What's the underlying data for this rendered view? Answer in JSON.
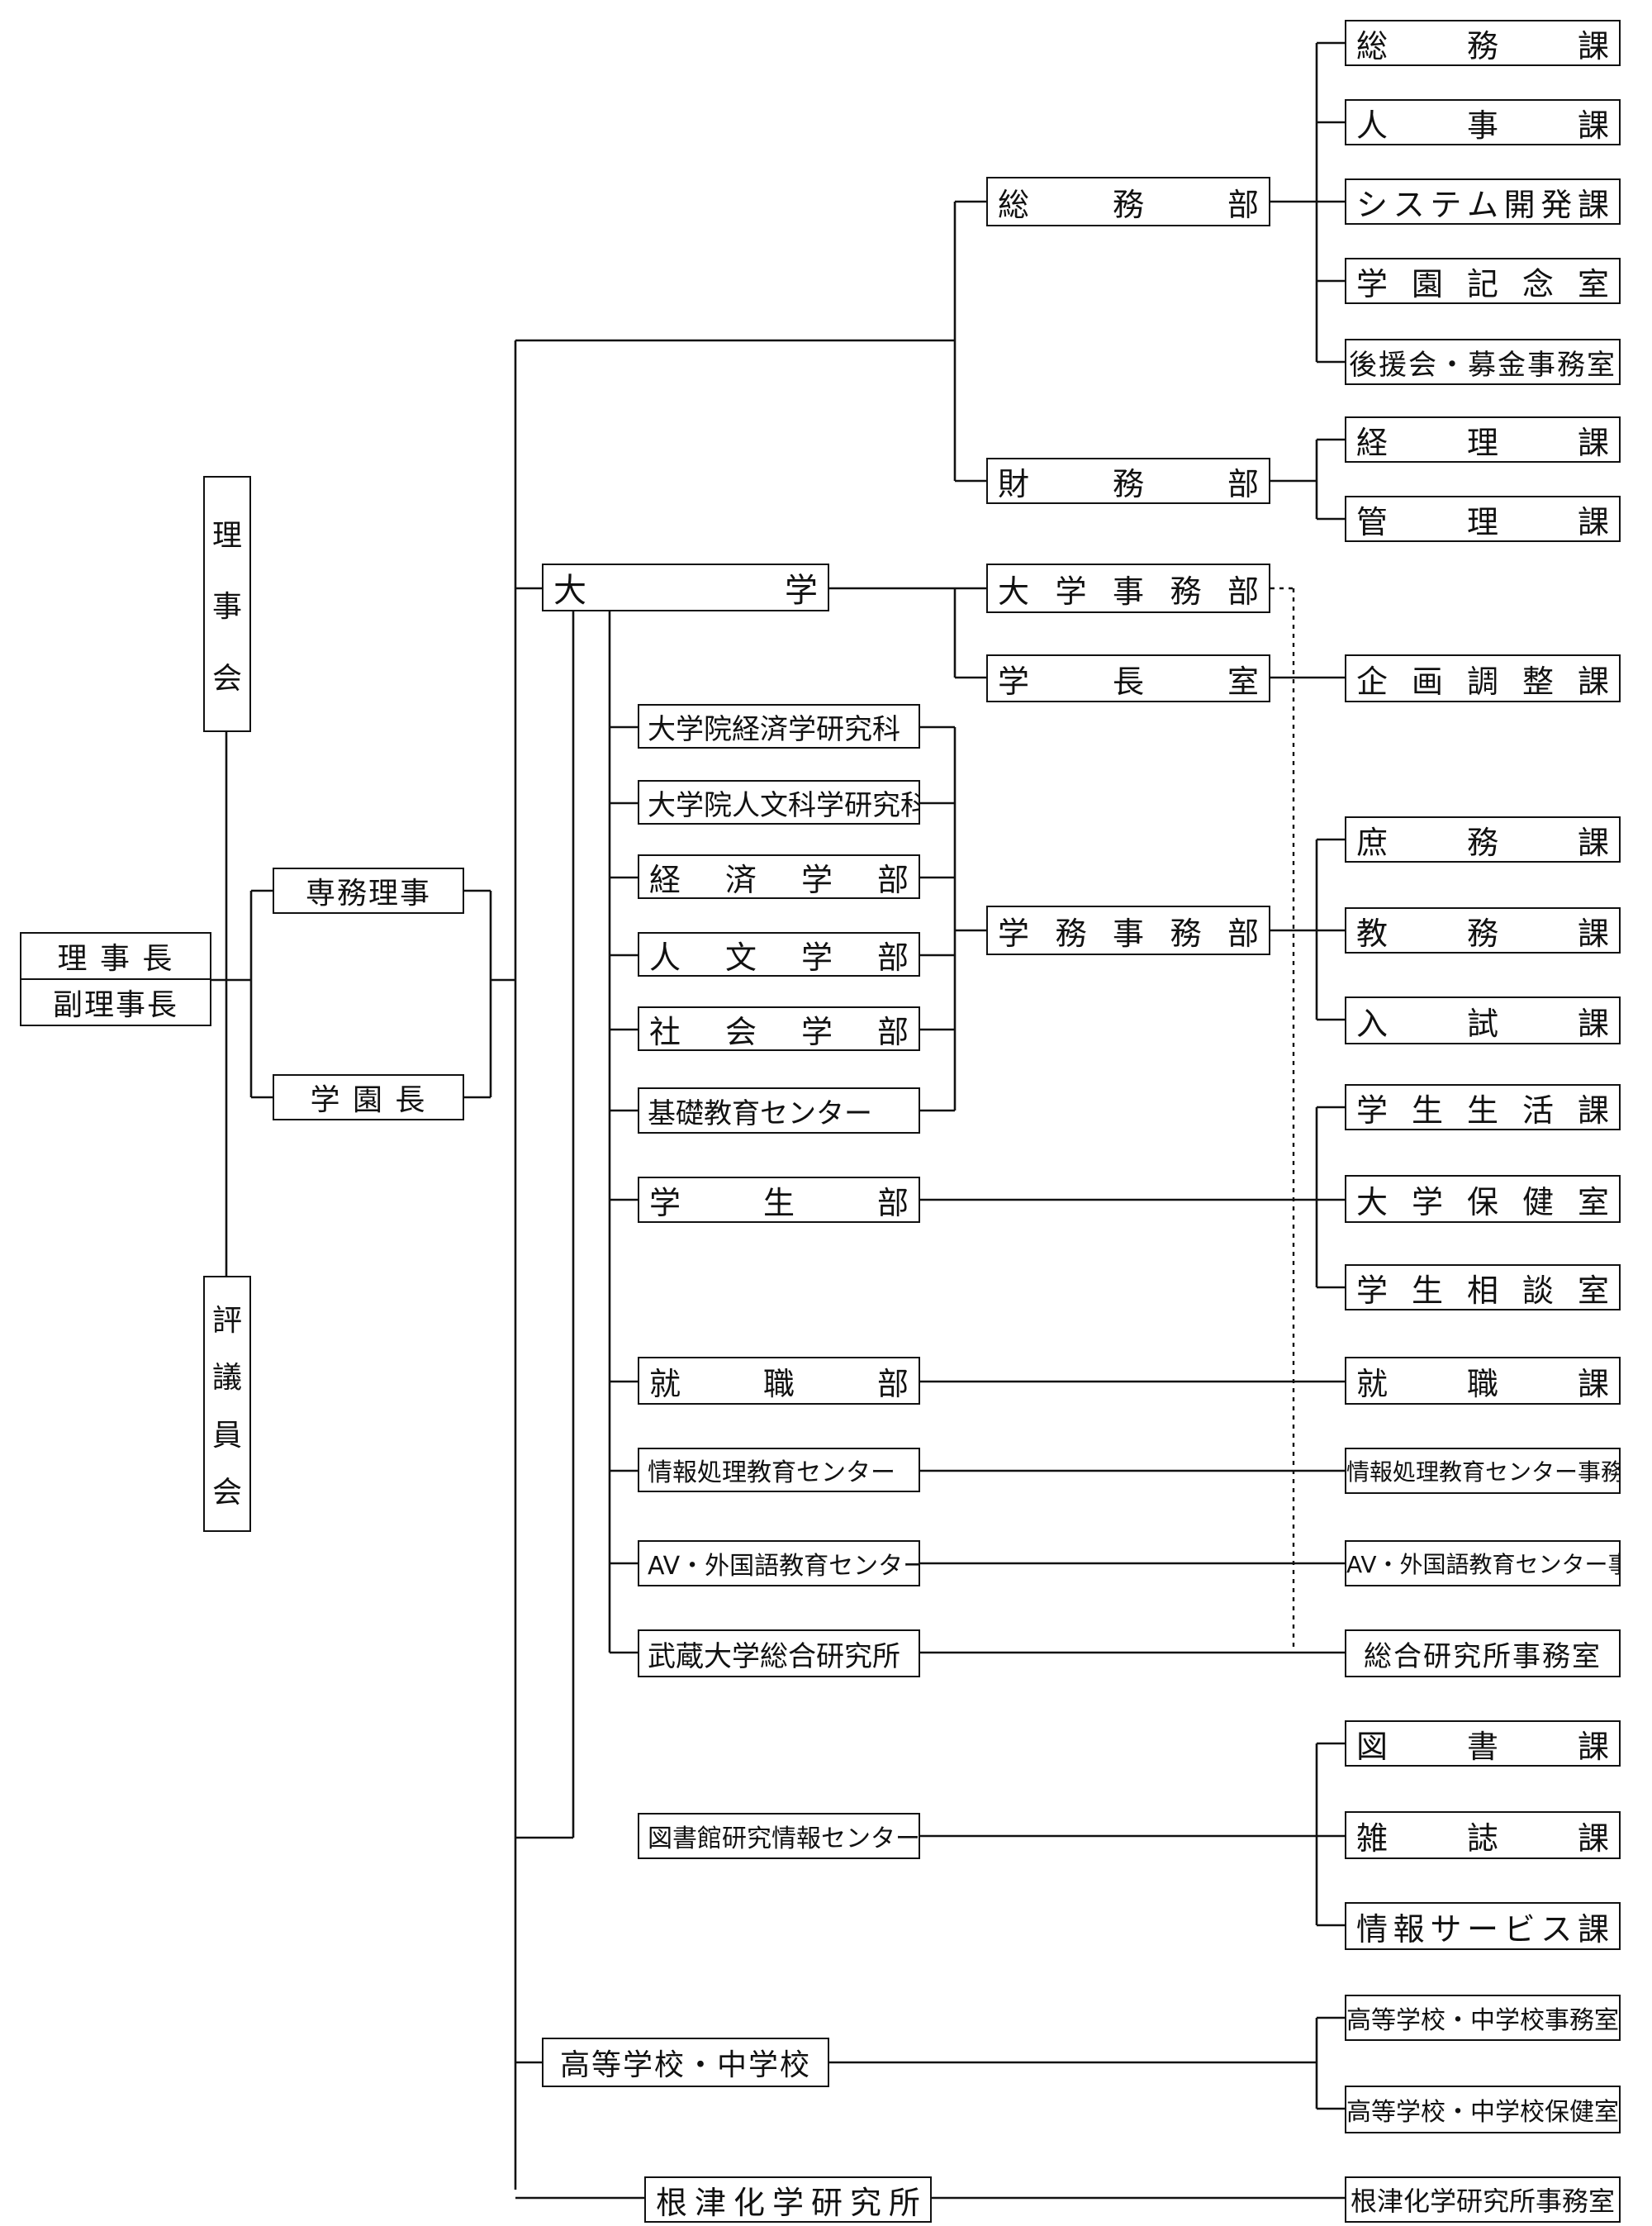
{
  "top": {
    "chairman": "理 事 長",
    "vice_chairman": "副理事長",
    "board": "理事会",
    "council": "評議員会",
    "managing_director": "専務理事",
    "gakuen_head": "学 園 長"
  },
  "divisions": {
    "university": "大学",
    "highschool": "高等学校・中学校",
    "nezu_institute": "根津化学研究所"
  },
  "admin": {
    "general_affairs_dept": "総務部",
    "finance_dept": "財務部",
    "univ_admin_dept": "大学事務部",
    "president_office": "学長室",
    "academic_admin_dept": "学務事務部"
  },
  "university_units": {
    "grad_econ": "大学院経済学研究科",
    "grad_hum": "大学院人文科学研究科",
    "fac_econ": "経済学部",
    "fac_hum": "人文学部",
    "fac_soc": "社会学部",
    "basic_edu_center": "基礎教育センター",
    "student_affairs": "学生部",
    "career_dept": "就職部",
    "info_center": "情報処理教育センター",
    "av_lang_center": "AV・外国語教育センター",
    "research_inst": "武蔵大学総合研究所",
    "library_center": "図書館研究情報センター"
  },
  "sections": {
    "general_affairs": "総務課",
    "personnel": "人事課",
    "system_dev": "システム開発課",
    "memorial": "学園記念室",
    "support_fund": "後援会・募金事務室",
    "accounting": "経理課",
    "management": "管理課",
    "planning": "企画調整課",
    "general": "庶務課",
    "academic": "教務課",
    "admissions": "入試課",
    "student_life": "学生生活課",
    "health": "大学保健室",
    "counseling": "学生相談室",
    "career": "就職課",
    "info_center_office": "情報処理教育センター事務室",
    "av_center_office": "AV・外国語教育センター事務室",
    "research_office": "総合研究所事務室",
    "library_books": "図書課",
    "library_journals": "雑誌課",
    "info_services": "情報サービス課",
    "hs_office": "高等学校・中学校事務室",
    "hs_health": "高等学校・中学校保健室",
    "nezu_office": "根津化学研究所事務室"
  },
  "colors": {
    "line": "#111111",
    "background": "#ffffff"
  }
}
